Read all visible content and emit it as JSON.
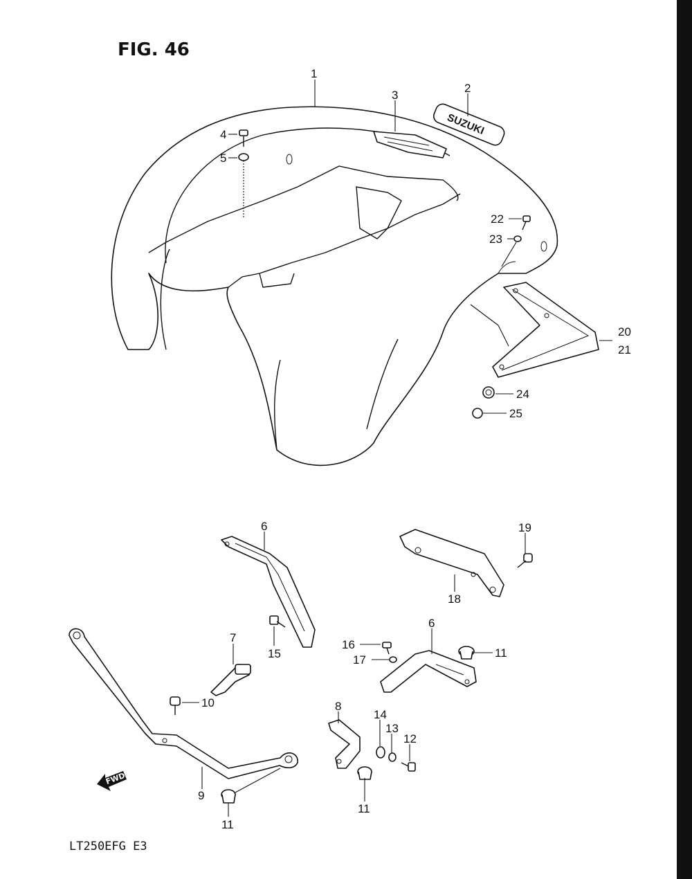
{
  "figure": {
    "title": "FIG. 46",
    "model_code": "LT250EFG  E3",
    "direction_arrow": "FWD",
    "emblem_text": "SUZUKI"
  },
  "callouts": [
    {
      "id": "c1",
      "label": "1"
    },
    {
      "id": "c2",
      "label": "2"
    },
    {
      "id": "c3",
      "label": "3"
    },
    {
      "id": "c4",
      "label": "4"
    },
    {
      "id": "c5",
      "label": "5"
    },
    {
      "id": "c6a",
      "label": "6"
    },
    {
      "id": "c6b",
      "label": "6"
    },
    {
      "id": "c7",
      "label": "7"
    },
    {
      "id": "c8",
      "label": "8"
    },
    {
      "id": "c9",
      "label": "9"
    },
    {
      "id": "c10",
      "label": "10"
    },
    {
      "id": "c11a",
      "label": "11"
    },
    {
      "id": "c11b",
      "label": "11"
    },
    {
      "id": "c11c",
      "label": "11"
    },
    {
      "id": "c12",
      "label": "12"
    },
    {
      "id": "c13",
      "label": "13"
    },
    {
      "id": "c14",
      "label": "14"
    },
    {
      "id": "c15",
      "label": "15"
    },
    {
      "id": "c16",
      "label": "16"
    },
    {
      "id": "c17",
      "label": "17"
    },
    {
      "id": "c18",
      "label": "18"
    },
    {
      "id": "c19",
      "label": "19"
    },
    {
      "id": "c20",
      "label": "20"
    },
    {
      "id": "c21",
      "label": "21"
    },
    {
      "id": "c22",
      "label": "22"
    },
    {
      "id": "c23",
      "label": "23"
    },
    {
      "id": "c24",
      "label": "24"
    },
    {
      "id": "c25",
      "label": "25"
    }
  ]
}
